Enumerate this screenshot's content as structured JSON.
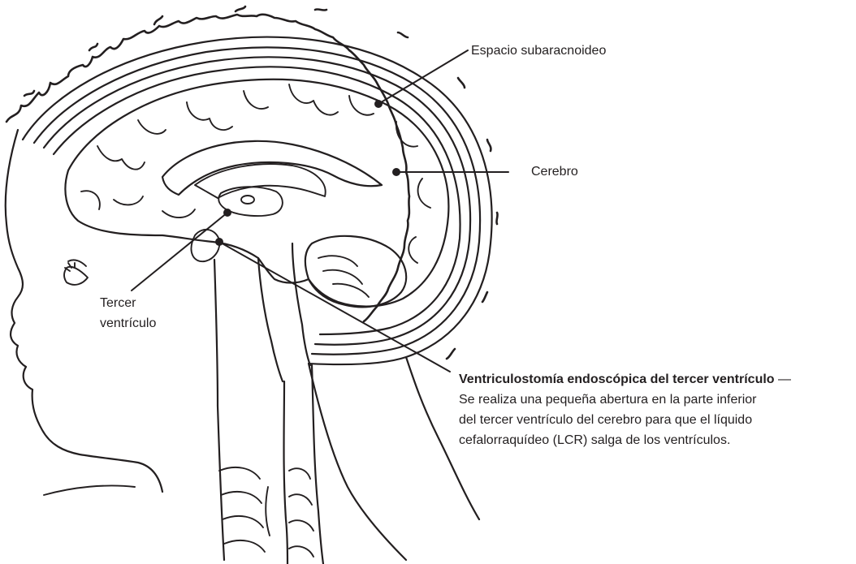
{
  "labels": {
    "subarachnoid": "Espacio subaracnoideo",
    "brain": "Cerebro",
    "third_ventricle": [
      "Tercer",
      "ventrículo"
    ],
    "etv": {
      "title": "Ventriculostomía endoscópica del tercer ventrículo",
      "dash": " —",
      "lines": [
        "Se realiza una pequeña abertura en la parte inferior",
        "del tercer ventrículo del cerebro para que el líquido",
        "cefalorraquídeo (LCR) salga de los ventrículos."
      ]
    }
  }
}
